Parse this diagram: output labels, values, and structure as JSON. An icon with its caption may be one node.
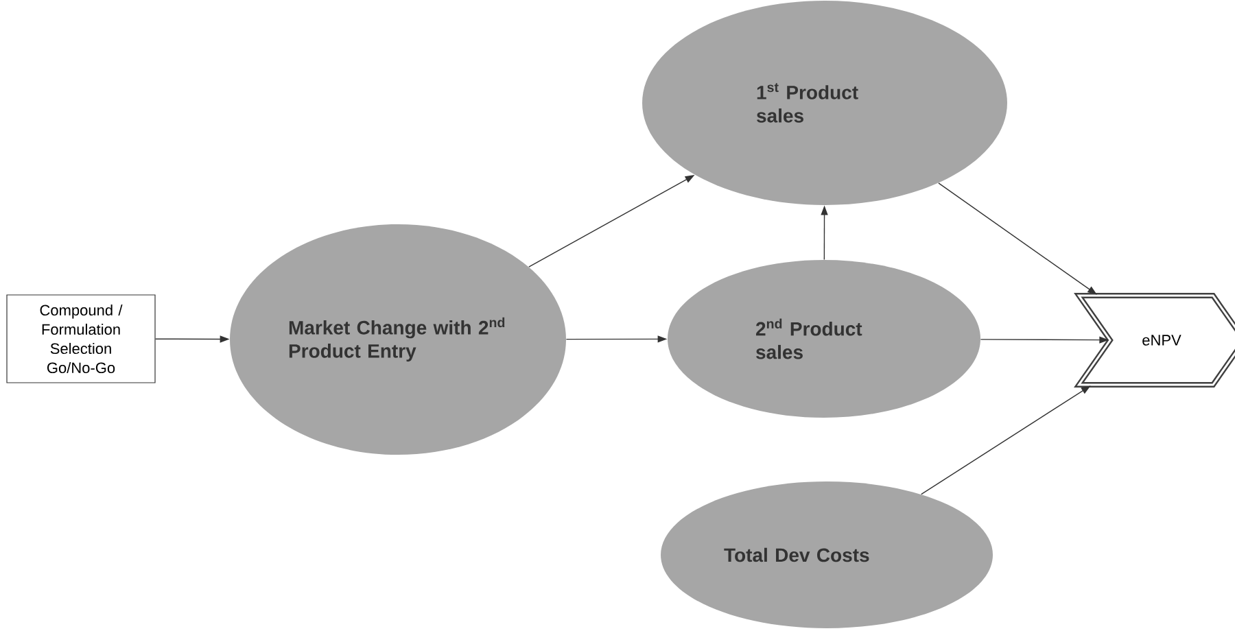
{
  "diagram": {
    "nodes": [
      {
        "text": [
          "Compound / Formulation Selection Go/No-Go"
        ]
      },
      {
        "text": [
          "Market Change with 2$^{nd}$ Product Entry"
        ]
      },
      {
        "text": [
          "1$^{st}$ Product sales"
        ]
      },
      {
        "text": [
          "2$^{nd}$ Product sales"
        ]
      },
      {
        "text": [
          "eNPV"
        ]
      },
      {
        "text": [
          "Total Dev Costs"
        ]
      }
    ],
    "edges": [
      {
        "from": 0,
        "to": 1,
        "arrow": "to"
      },
      {
        "from": 1,
        "to": 2,
        "arrow": "to"
      },
      {
        "from": 1,
        "to": 3,
        "arrow": "to"
      },
      {
        "from": 3,
        "to": 2,
        "arrow": "to"
      },
      {
        "from": 2,
        "to": 4,
        "arrow": "to"
      },
      {
        "from": 3,
        "to": 4,
        "arrow": "to"
      },
      {
        "from": 5,
        "to": 4,
        "arrow": "to"
      }
    ]
  }
}
